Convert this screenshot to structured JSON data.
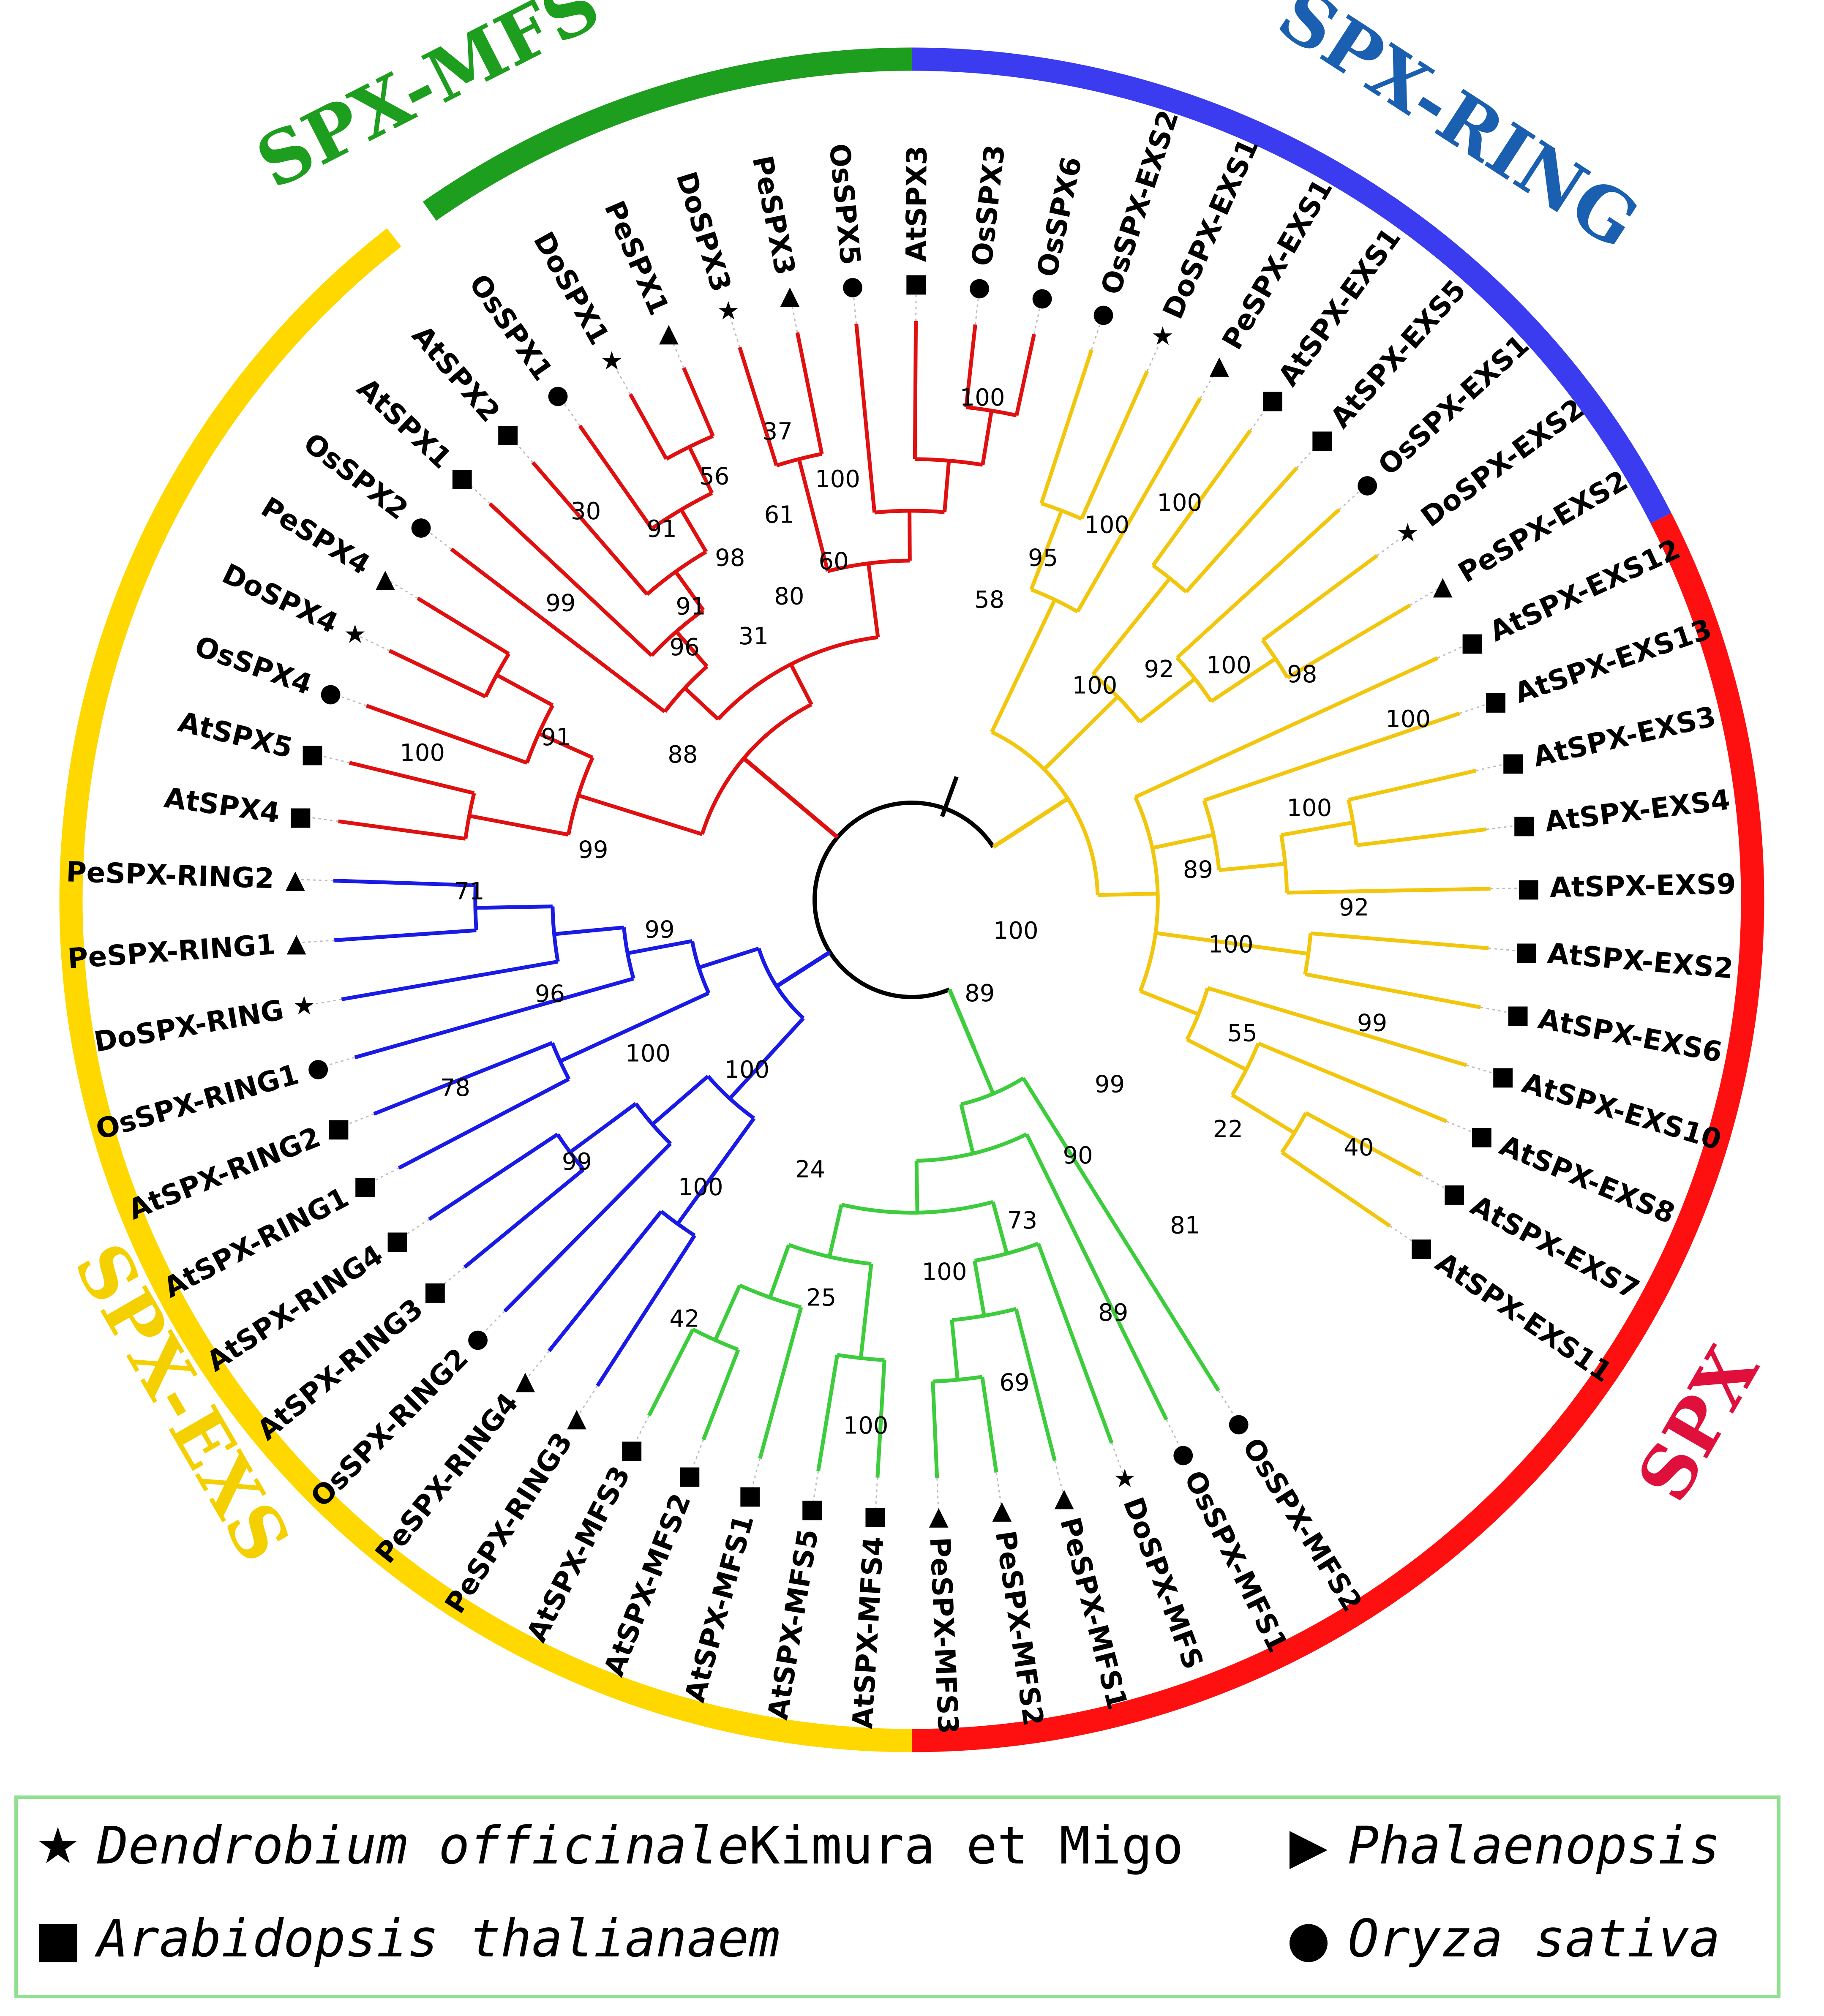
{
  "clades": [
    {
      "name": "SPX-MFS",
      "color": "#1e9e1e",
      "branch_color": "#3ccc3c"
    },
    {
      "name": "SPX-RING",
      "color": "#3b3bf0",
      "branch_color": "#1a1ae6",
      "label_color": "#1a5fb0"
    },
    {
      "name": "SPX",
      "color": "#ff1010",
      "branch_color": "#e01010",
      "label_color": "#e0103c"
    },
    {
      "name": "SPX-EXS",
      "color": "#ffd800",
      "branch_color": "#f2c60c",
      "label_color": "#f5d000"
    }
  ],
  "leaves": [
    {
      "name": "OsSPX-MFS2",
      "species": "os",
      "clade": 0
    },
    {
      "name": "OsSPX-MFS1",
      "species": "os",
      "clade": 0
    },
    {
      "name": "DoSPX-MFS",
      "species": "do",
      "clade": 0
    },
    {
      "name": "PeSPX-MFS1",
      "species": "pe",
      "clade": 0
    },
    {
      "name": "PeSPX-MFS2",
      "species": "pe",
      "clade": 0
    },
    {
      "name": "PeSPX-MFS3",
      "species": "pe",
      "clade": 0
    },
    {
      "name": "AtSPX-MFS4",
      "species": "at",
      "clade": 0
    },
    {
      "name": "AtSPX-MFS5",
      "species": "at",
      "clade": 0
    },
    {
      "name": "AtSPX-MFS1",
      "species": "at",
      "clade": 0
    },
    {
      "name": "AtSPX-MFS2",
      "species": "at",
      "clade": 0
    },
    {
      "name": "AtSPX-MFS3",
      "species": "at",
      "clade": 0
    },
    {
      "name": "PeSPX-RING3",
      "species": "pe",
      "clade": 1
    },
    {
      "name": "PeSPX-RING4",
      "species": "pe",
      "clade": 1
    },
    {
      "name": "OsSPX-RING2",
      "species": "os",
      "clade": 1
    },
    {
      "name": "AtSPX-RING3",
      "species": "at",
      "clade": 1
    },
    {
      "name": "AtSPX-RING4",
      "species": "at",
      "clade": 1
    },
    {
      "name": "AtSPX-RING1",
      "species": "at",
      "clade": 1
    },
    {
      "name": "AtSPX-RING2",
      "species": "at",
      "clade": 1
    },
    {
      "name": "OsSPX-RING1",
      "species": "os",
      "clade": 1
    },
    {
      "name": "DoSPX-RING",
      "species": "do",
      "clade": 1
    },
    {
      "name": "PeSPX-RING1",
      "species": "pe",
      "clade": 1
    },
    {
      "name": "PeSPX-RING2",
      "species": "pe",
      "clade": 1
    },
    {
      "name": "AtSPX4",
      "species": "at",
      "clade": 2
    },
    {
      "name": "AtSPX5",
      "species": "at",
      "clade": 2
    },
    {
      "name": "OsSPX4",
      "species": "os",
      "clade": 2
    },
    {
      "name": "DoSPX4",
      "species": "do",
      "clade": 2
    },
    {
      "name": "PeSPX4",
      "species": "pe",
      "clade": 2
    },
    {
      "name": "OsSPX2",
      "species": "os",
      "clade": 2
    },
    {
      "name": "AtSPX1",
      "species": "at",
      "clade": 2
    },
    {
      "name": "AtSPX2",
      "species": "at",
      "clade": 2
    },
    {
      "name": "OsSPX1",
      "species": "os",
      "clade": 2
    },
    {
      "name": "DoSPX1",
      "species": "do",
      "clade": 2
    },
    {
      "name": "PeSPX1",
      "species": "pe",
      "clade": 2
    },
    {
      "name": "DoSPX3",
      "species": "do",
      "clade": 2
    },
    {
      "name": "PeSPX3",
      "species": "pe",
      "clade": 2
    },
    {
      "name": "OsSPX5",
      "species": "os",
      "clade": 2
    },
    {
      "name": "AtSPX3",
      "species": "at",
      "clade": 2
    },
    {
      "name": "OsSPX3",
      "species": "os",
      "clade": 2
    },
    {
      "name": "OsSPX6",
      "species": "os",
      "clade": 2
    },
    {
      "name": "OsSPX-EXS2",
      "species": "os",
      "clade": 3
    },
    {
      "name": "DoSPX-EXS1",
      "species": "do",
      "clade": 3
    },
    {
      "name": "PeSPX-EXS1",
      "species": "pe",
      "clade": 3
    },
    {
      "name": "AtSPX-EXS1",
      "species": "at",
      "clade": 3
    },
    {
      "name": "AtSPX-EXS5",
      "species": "at",
      "clade": 3
    },
    {
      "name": "OsSPX-EXS1",
      "species": "os",
      "clade": 3
    },
    {
      "name": "DoSPX-EXS2",
      "species": "do",
      "clade": 3
    },
    {
      "name": "PeSPX-EXS2",
      "species": "pe",
      "clade": 3
    },
    {
      "name": "AtSPX-EXS12",
      "species": "at",
      "clade": 3
    },
    {
      "name": "AtSPX-EXS13",
      "species": "at",
      "clade": 3
    },
    {
      "name": "AtSPX-EXS3",
      "species": "at",
      "clade": 3
    },
    {
      "name": "AtSPX-EXS4",
      "species": "at",
      "clade": 3
    },
    {
      "name": "AtSPX-EXS9",
      "species": "at",
      "clade": 3
    },
    {
      "name": "AtSPX-EXS2",
      "species": "at",
      "clade": 3
    },
    {
      "name": "AtSPX-EXS6",
      "species": "at",
      "clade": 3
    },
    {
      "name": "AtSPX-EXS10",
      "species": "at",
      "clade": 3
    },
    {
      "name": "AtSPX-EXS8",
      "species": "at",
      "clade": 3
    },
    {
      "name": "AtSPX-EXS7",
      "species": "at",
      "clade": 3
    },
    {
      "name": "AtSPX-EXS11",
      "species": "at",
      "clade": 3
    }
  ],
  "bootstrap_values": {
    "mfs": [
      "30",
      "91",
      "91",
      "31",
      "98",
      "56",
      "80",
      "61",
      "37",
      "60",
      "100"
    ],
    "ring": [
      "100",
      "58",
      "95",
      "100",
      "100",
      "100",
      "92",
      "100",
      "98"
    ],
    "spx": [
      "100",
      "100",
      "89",
      "92",
      "100",
      "99",
      "55",
      "40",
      "22",
      "99",
      "81",
      "90",
      "89",
      "73",
      "69",
      "100"
    ],
    "exs": [
      "100",
      "25",
      "24",
      "42",
      "100",
      "100",
      "99",
      "100",
      "78",
      "96",
      "99",
      "71",
      "99",
      "100",
      "91",
      "88",
      "99",
      "96"
    ],
    "root": [
      "100",
      "89"
    ]
  },
  "legend": [
    {
      "symbol": "★",
      "species": "Dendrobium officinale",
      "suffix": " Kimura et Migo"
    },
    {
      "symbol": "▶",
      "species": "Phalaenopsis",
      "suffix": ""
    },
    {
      "symbol": "■",
      "species": "Arabidopsis thalianaem",
      "suffix": ""
    },
    {
      "symbol": "●",
      "species": "Oryza sativa",
      "suffix": ""
    }
  ],
  "species_symbols": {
    "do": "★",
    "pe": "▲",
    "at": "■",
    "os": "●"
  }
}
